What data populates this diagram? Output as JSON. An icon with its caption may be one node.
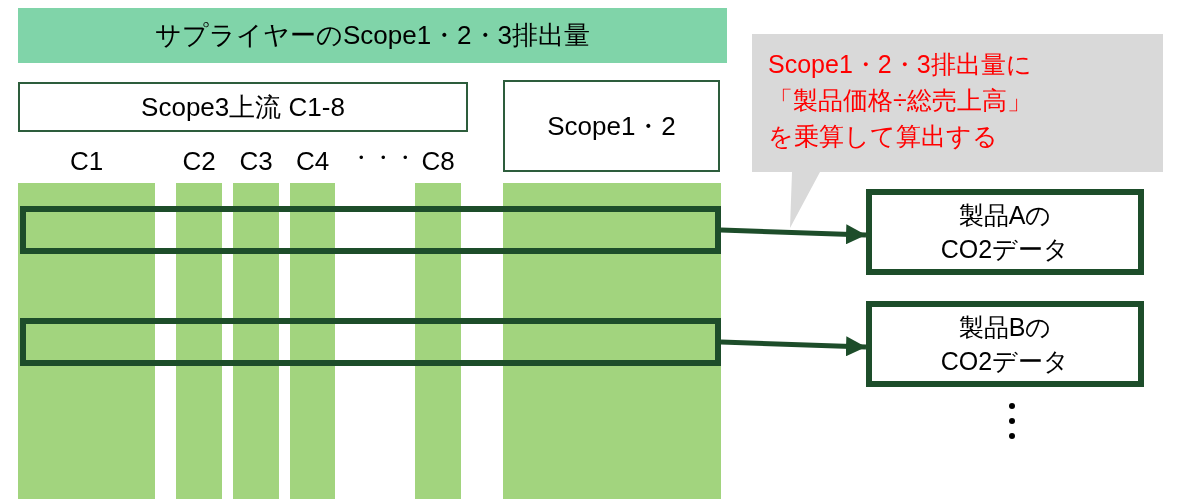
{
  "diagram": {
    "nodes": [
      {
        "text": [
          "サプライヤーのScope1・2・3排出量"
        ]
      },
      {
        "text": [
          "Scope1・2・3排出量に「製品価格÷総売上高」を乗算して算出する"
        ]
      },
      {
        "text": [
          "Scope3上流 C1-8"
        ]
      },
      {
        "text": [
          "Scope1・2"
        ]
      },
      {
        "text": [
          "C1"
        ]
      },
      {
        "text": [
          "C2"
        ]
      },
      {
        "text": [
          "C3"
        ]
      },
      {
        "text": [
          "C4"
        ]
      },
      {
        "text": [
          "C8"
        ]
      },
      {
        "text": [],
        "shape": "bar"
      },
      {
        "text": [],
        "shape": "box"
      },
      {
        "text": [
          "製品AのCO2データ"
        ]
      },
      {
        "text": [],
        "shape": "box"
      },
      {
        "text": [
          "製品BのCO2データ"
        ]
      }
    ],
    "edges": [
      {
        "from": 10,
        "to": 11,
        "arrow": "to"
      },
      {
        "from": 12,
        "to": 13,
        "arrow": "to"
      }
    ],
    "labels": [
      "・・・"
    ]
  }
}
